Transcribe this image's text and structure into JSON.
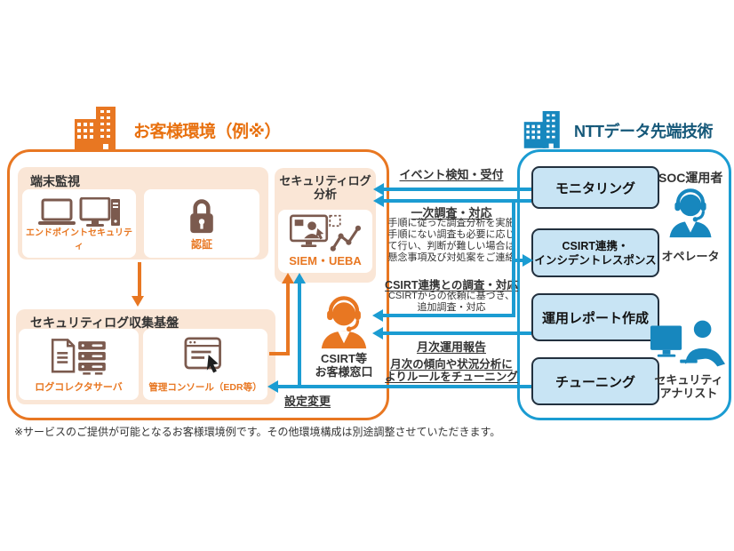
{
  "colors": {
    "orange": "#E87722",
    "orange_title": "#E8700E",
    "blue_arrow": "#1B9CD2",
    "navy_title": "#155879",
    "peach_fill": "#FAE6D6",
    "icon_brown": "#7B5A4E",
    "light_blue_fill": "#C8E4F4",
    "person_blue": "#1787BE"
  },
  "customer": {
    "title": "お客様環境（例※）",
    "terminal": {
      "label": "端末監視",
      "endpoint": "エンドポイントセキュリティ",
      "auth": "認証"
    },
    "collection": {
      "label": "セキュリティログ収集基盤",
      "log_server": "ログコレクタサーバ",
      "console": "管理コンソール（EDR等）"
    },
    "analysis": {
      "line1": "セキュリティログ",
      "line2": "分析",
      "siem": "SIEM・UEBA"
    },
    "csirt": {
      "line1": "CSIRT等",
      "line2": "お客様窓口"
    }
  },
  "ntt": {
    "title": "NTTデータ先端技術",
    "soc": "SOC運用者",
    "operator": "オペレータ",
    "analyst": {
      "line1": "セキュリティ",
      "line2": "アナリスト"
    },
    "boxes": {
      "monitoring": "モニタリング",
      "csirt1": "CSIRT連携・",
      "csirt2": "インシデントレスポンス",
      "report": "運用レポート作成",
      "tuning": "チューニング"
    }
  },
  "flows": {
    "event": "イベント検知・受付",
    "primary": "一次調査・対応",
    "primary_desc": [
      "手順に従った調査分析を実施",
      "手順にない調査も必要に応じ",
      "て行い、判断が難しい場合は",
      "懸念事項及び対処案をご連絡"
    ],
    "csirt_coop": "CSIRT連携との調査・対応",
    "csirt_desc": [
      "CSIRTからの依頼に基づき、",
      "追加調査・対応"
    ],
    "monthly": "月次運用報告",
    "tuning": [
      "月次の傾向や状況分析に",
      "よりルールをチューニング"
    ],
    "config": "設定変更"
  },
  "footer": "※サービスのご提供が可能となるお客様環境例です。その他環境構成は別途調整させていただきます。"
}
